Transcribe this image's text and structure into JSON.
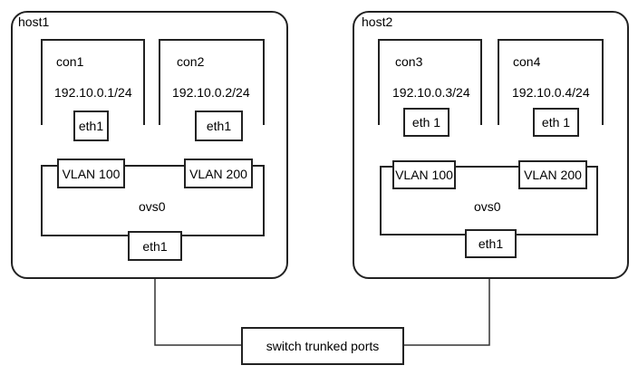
{
  "hosts": [
    {
      "name": "host1",
      "containers": [
        {
          "name": "con1",
          "ip": "192.10.0.1/24",
          "iface": "eth1"
        },
        {
          "name": "con2",
          "ip": "192.10.0.2/24",
          "iface": "eth1"
        }
      ],
      "vlans": [
        "VLAN 100",
        "VLAN 200"
      ],
      "switch": {
        "name": "ovs0",
        "uplink": "eth1"
      }
    },
    {
      "name": "host2",
      "containers": [
        {
          "name": "con3",
          "ip": "192.10.0.3/24",
          "iface": "eth 1"
        },
        {
          "name": "con4",
          "ip": "192.10.0.4/24",
          "iface": "eth 1"
        }
      ],
      "vlans": [
        "VLAN 100",
        "VLAN 200"
      ],
      "switch": {
        "name": "ovs0",
        "uplink": "eth1"
      }
    }
  ],
  "trunk": {
    "label": "switch trunked ports"
  }
}
